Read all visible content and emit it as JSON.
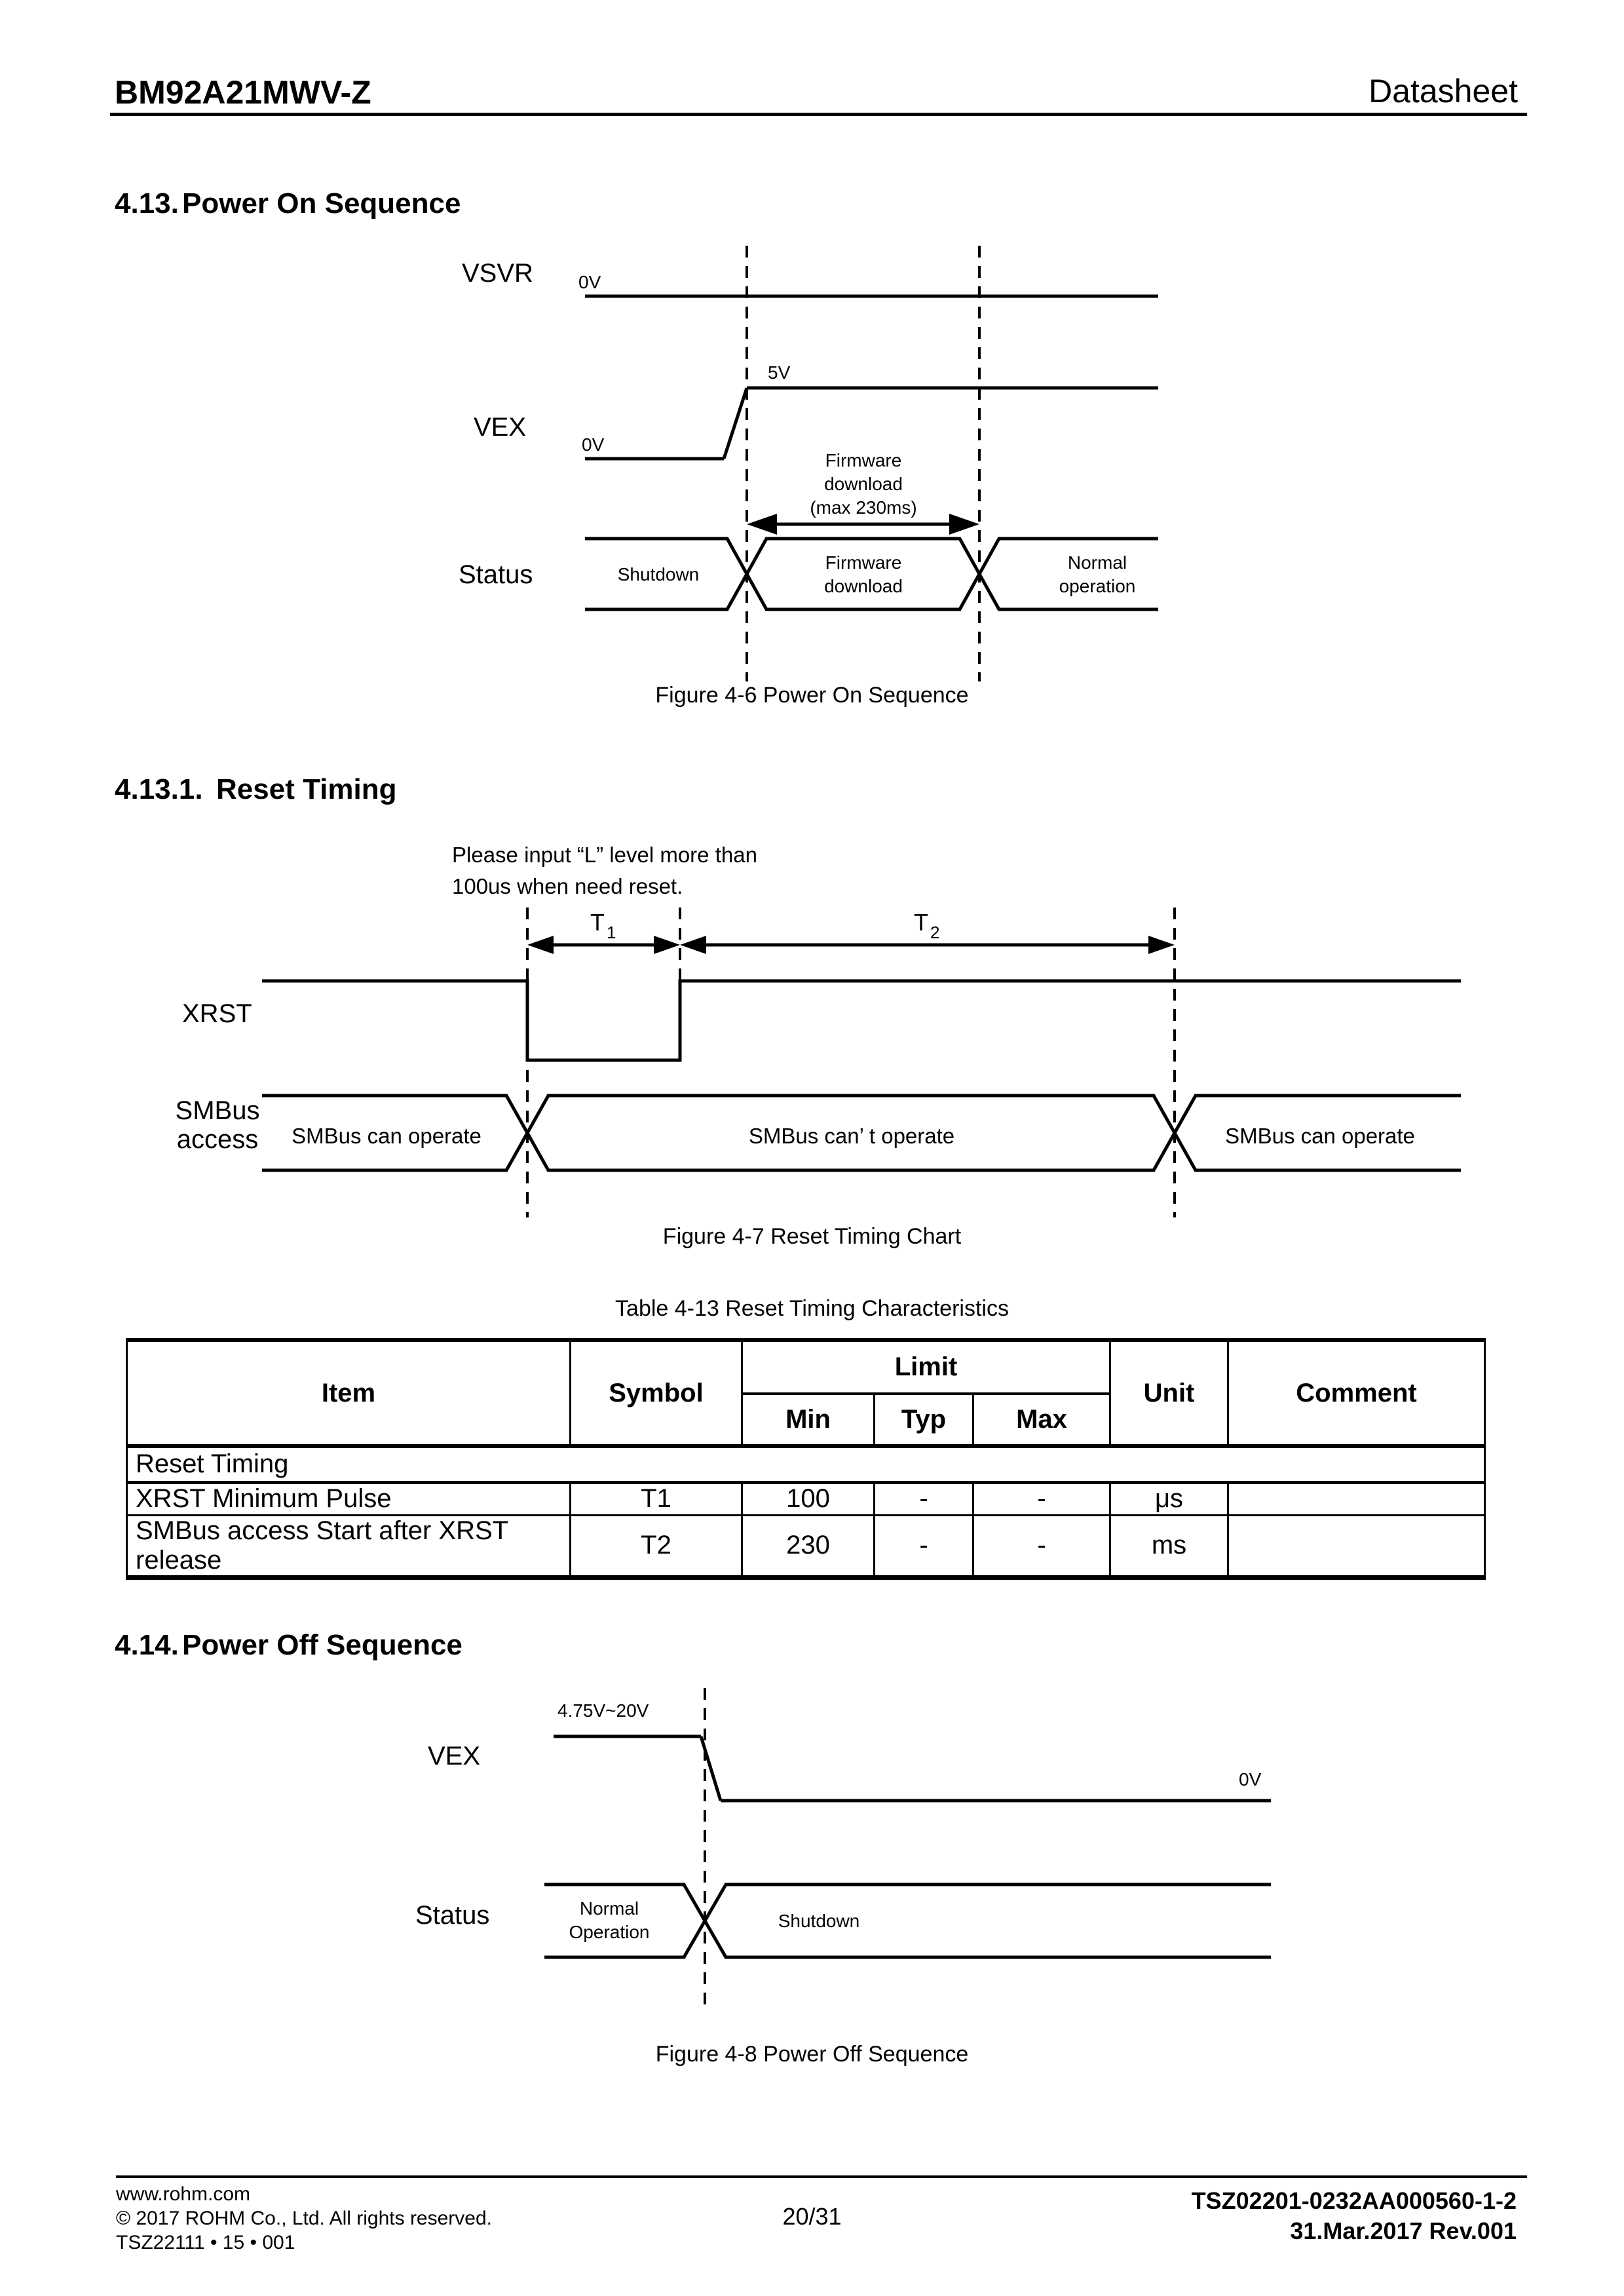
{
  "header": {
    "product": "BM92A21MWV-Z",
    "doc_type": "Datasheet"
  },
  "sec_power_on": {
    "number": "4.13.",
    "title": "Power On Sequence"
  },
  "sec_reset": {
    "number": "4.13.1.",
    "title": "Reset Timing"
  },
  "sec_power_off": {
    "number": "4.14.",
    "title": "Power Off Sequence"
  },
  "fig46": {
    "vsvr_label": "VSVR",
    "vsvr_0v": "0V",
    "vex_label": "VEX",
    "vex_0v": "0V",
    "vex_5v": "5V",
    "fw_line1": "Firmware",
    "fw_line2": "download",
    "fw_line3": "(max 230ms)",
    "status_label": "Status",
    "seg_shutdown": "Shutdown",
    "seg_fw1": "Firmware",
    "seg_fw2": "download",
    "seg_norm1": "Normal",
    "seg_norm2": "operation",
    "caption": "Figure 4-6 Power On Sequence"
  },
  "reset_note": {
    "line1": "Please input “L” level more than",
    "line2": "100us when need reset."
  },
  "fig47": {
    "t1_base": "T",
    "t1_sub": "1",
    "t2_base": "T",
    "t2_sub": "2",
    "xrst_label": "XRST",
    "smbus_label1": "SMBus",
    "smbus_label2": "access",
    "seg_left": "SMBus can operate",
    "seg_mid": "SMBus can’ t operate",
    "seg_right": "SMBus can operate",
    "caption": "Figure 4-7 Reset Timing Chart"
  },
  "table413": {
    "title": "Table 4-13 Reset Timing Characteristics",
    "h_item": "Item",
    "h_symbol": "Symbol",
    "h_limit": "Limit",
    "h_min": "Min",
    "h_typ": "Typ",
    "h_max": "Max",
    "h_unit": "Unit",
    "h_comment": "Comment",
    "section": "Reset Timing",
    "rows": [
      {
        "item": "XRST Minimum Pulse",
        "symbol": "T1",
        "min": "100",
        "typ": "-",
        "max": "-",
        "unit": "μs",
        "comment": ""
      },
      {
        "item": "SMBus access Start after XRST release",
        "symbol": "T2",
        "min": "230",
        "typ": "-",
        "max": "-",
        "unit": "ms",
        "comment": ""
      }
    ]
  },
  "fig48": {
    "range_label": "4.75V~20V",
    "zero_label": "0V",
    "vex_label": "VEX",
    "status_label": "Status",
    "seg_norm1": "Normal",
    "seg_norm2": "Operation",
    "seg_shutdown": "Shutdown",
    "caption": "Figure 4-8 Power Off Sequence"
  },
  "footer": {
    "website": "www.rohm.com",
    "copyright": "© 2017 ROHM Co., Ltd. All rights reserved.",
    "code": "TSZ22111 • 15 • 001",
    "page": "20/31",
    "doc_no": "TSZ02201-0232AA000560-1-2",
    "revision": "31.Mar.2017 Rev.001"
  }
}
